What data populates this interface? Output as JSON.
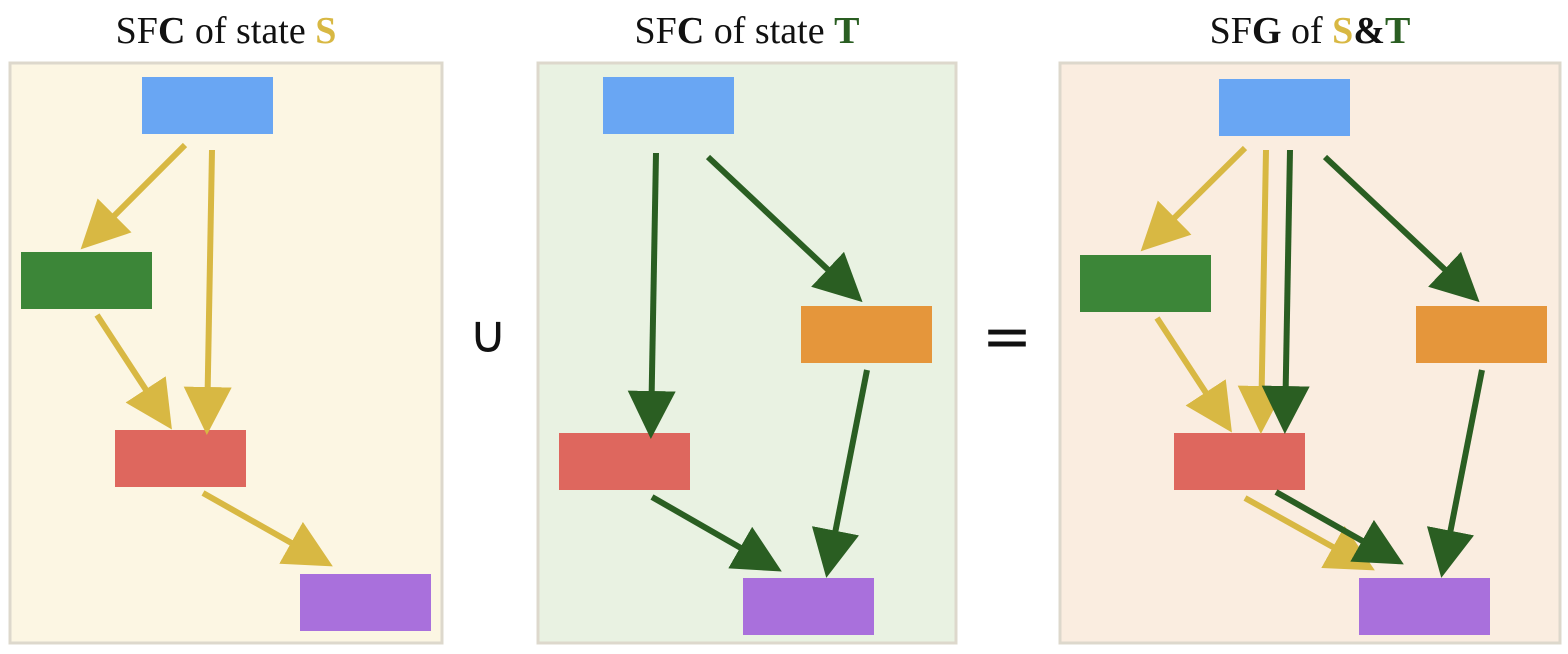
{
  "titles": {
    "left": {
      "prefix": "SF",
      "bold": "C",
      "middle": " of state ",
      "state": "S"
    },
    "middle": {
      "prefix": "SF",
      "bold": "C",
      "middle": " of state ",
      "state": "T"
    },
    "right": {
      "prefix": "SF",
      "bold": "G",
      "middle": " of ",
      "state_s": "S",
      "amp": "&",
      "state_t": "T"
    }
  },
  "operators": {
    "union": "∪",
    "equals": "="
  },
  "colors": {
    "panel_s": "#fcf6e3",
    "panel_t": "#e9f2e2",
    "panel_st": "#faede0",
    "panel_border": "#ddd8cc",
    "arrow_s": "#d8b843",
    "arrow_t": "#2a5e22",
    "node_blue": "#69a6f3",
    "node_green": "#3c8638",
    "node_orange": "#e5963b",
    "node_red": "#de675e",
    "node_purple": "#a970dc"
  },
  "nodes": [
    "blue",
    "green",
    "orange",
    "red",
    "purple"
  ],
  "graphs": {
    "S": {
      "edges": [
        [
          "blue",
          "green"
        ],
        [
          "blue",
          "red"
        ],
        [
          "green",
          "red"
        ],
        [
          "red",
          "purple"
        ]
      ]
    },
    "T": {
      "edges": [
        [
          "blue",
          "red"
        ],
        [
          "blue",
          "orange"
        ],
        [
          "orange",
          "purple"
        ],
        [
          "red",
          "purple"
        ]
      ]
    },
    "S&T": {
      "edges": [
        [
          "blue",
          "green",
          "S"
        ],
        [
          "blue",
          "red",
          "S"
        ],
        [
          "blue",
          "red",
          "T"
        ],
        [
          "blue",
          "orange",
          "T"
        ],
        [
          "green",
          "red",
          "S"
        ],
        [
          "red",
          "purple",
          "S"
        ],
        [
          "red",
          "purple",
          "T"
        ],
        [
          "orange",
          "purple",
          "T"
        ]
      ]
    }
  }
}
